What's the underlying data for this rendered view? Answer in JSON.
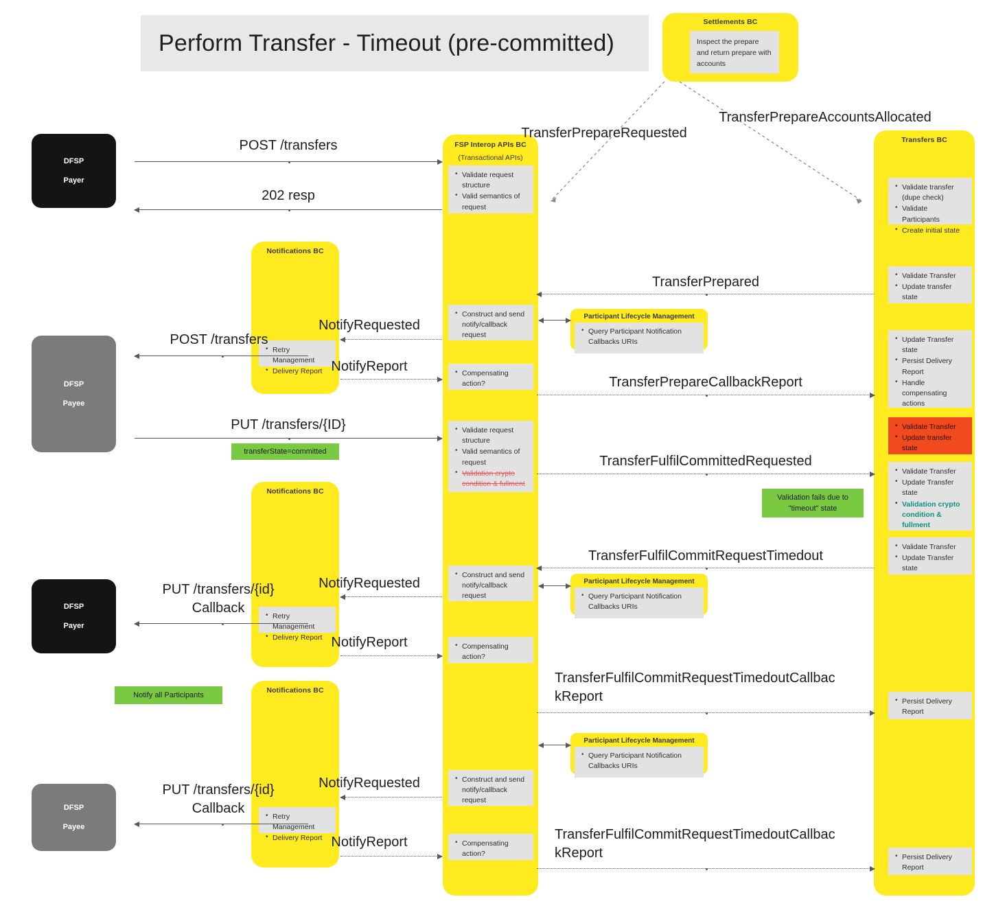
{
  "title": "Perform Transfer - Timeout (pre-committed)",
  "actors": [
    {
      "name": "dfsp-payer-top",
      "line1": "DFSP",
      "line2": "Payer",
      "color": "#141414"
    },
    {
      "name": "dfsp-payee-mid",
      "line1": "DFSP",
      "line2": "Payee",
      "color": "#7b7b7b"
    },
    {
      "name": "dfsp-payer-lower",
      "line1": "DFSP",
      "line2": "Payer",
      "color": "#141414"
    },
    {
      "name": "dfsp-payee-lower",
      "line1": "DFSP",
      "line2": "Payee",
      "color": "#7b7b7b"
    }
  ],
  "lanes": {
    "settlements": {
      "title": "Settlements BC",
      "note": "Inspect the prepare and return prepare with accounts"
    },
    "fsp_interop": {
      "title": "FSP Interop APIs BC",
      "subtitle": "(Transactional APIs)"
    },
    "transfers": {
      "title": "Transfers BC"
    },
    "notifications": {
      "title": "Notifications BC"
    }
  },
  "fsp_notes": {
    "validate_1": [
      "Validate request structure",
      "Valid semantics of request"
    ],
    "construct_1": [
      "Construct and send notify/callback request"
    ],
    "compensate_1": [
      "Compensating action?"
    ],
    "validate_2": [
      "Validate request structure",
      "Valid semantics of request",
      "Validation crypto condition & fullment"
    ],
    "construct_2": [
      "Construct and send notify/callback request"
    ],
    "compensate_2": [
      "Compensating action?"
    ],
    "construct_3": [
      "Construct and send notify/callback request"
    ],
    "compensate_3": [
      "Compensating action?"
    ]
  },
  "transfers_notes": {
    "block_1": [
      "Validate transfer (dupe check)",
      "Validate Participants",
      "Create initial state"
    ],
    "block_2": [
      "Validate Transfer",
      "Update transfer state"
    ],
    "block_3": [
      "Update Transfer state",
      "Persist Delivery Report",
      "Handle compensating actions"
    ],
    "block_4_red": [
      "Validate Transfer",
      "Update transfer state"
    ],
    "block_5": [
      "Validate Transfer",
      "Update Transfer state",
      "Validation crypto condition & fullment"
    ],
    "block_6": [
      "Validate Transfer",
      "Update Transfer state"
    ],
    "block_7": [
      "Persist Delivery Report"
    ],
    "block_8": [
      "Persist Delivery Report"
    ]
  },
  "notifications_notes": {
    "items": [
      "Retry Management",
      "Delivery Report"
    ]
  },
  "lifecycle_pods": [
    {
      "title": "Participant Lifecycle Management",
      "items": [
        "Query Participant Notification Callbacks URIs"
      ]
    },
    {
      "title": "Participant Lifecycle Management",
      "items": [
        "Query Participant Notification Callbacks URIs"
      ]
    },
    {
      "title": "Participant Lifecycle Management",
      "items": [
        "Query Participant Notification Callbacks URIs"
      ]
    }
  ],
  "callouts": {
    "transfer_state": "transferState=committed",
    "validation_fails": "Validation fails due to\n\"timeout\" state",
    "notify_all": "Notify all Participants"
  },
  "messages": {
    "post_transfers_payer": "POST /transfers",
    "resp_202": "202 resp",
    "transfer_prepare_requested": "TransferPrepareRequested",
    "transfer_prepare_accounts_allocated": "TransferPrepareAccountsAllocated",
    "transfer_prepared": "TransferPrepared",
    "notify_requested_1": "NotifyRequested",
    "post_transfers_payee": "POST /transfers",
    "notify_report_1": "NotifyReport",
    "transfer_prepare_callback_report": "TransferPrepareCallbackReport",
    "put_transfers_id": "PUT /transfers/{ID}",
    "transfer_fulfil_committed_requested": "TransferFulfilCommittedRequested",
    "transfer_fulfil_commit_request_timedout": "TransferFulfilCommitRequestTimedout",
    "notify_requested_2": "NotifyRequested",
    "put_transfers_id_callback_payer": "PUT /transfers/{id}\nCallback",
    "notify_report_2": "NotifyReport",
    "timedout_callback_report_1": "TransferFulfilCommitRequestTimedoutCallbac\nkReport",
    "notify_requested_3": "NotifyRequested",
    "put_transfers_id_callback_payee": "PUT /transfers/{id}\nCallback",
    "notify_report_3": "NotifyReport",
    "timedout_callback_report_2": "TransferFulfilCommitRequestTimedoutCallbac\nkReport"
  },
  "colors": {
    "lane_yellow": "#ffeb20",
    "note_grey": "#e2e2e2",
    "error_red": "#f04a1e",
    "green": "#7ac943",
    "teal_text": "#0f8f7e",
    "strike_red": "#e8555a",
    "title_band": "#e8e8e8",
    "actor_dark": "#141414",
    "actor_grey": "#7b7b7b"
  }
}
